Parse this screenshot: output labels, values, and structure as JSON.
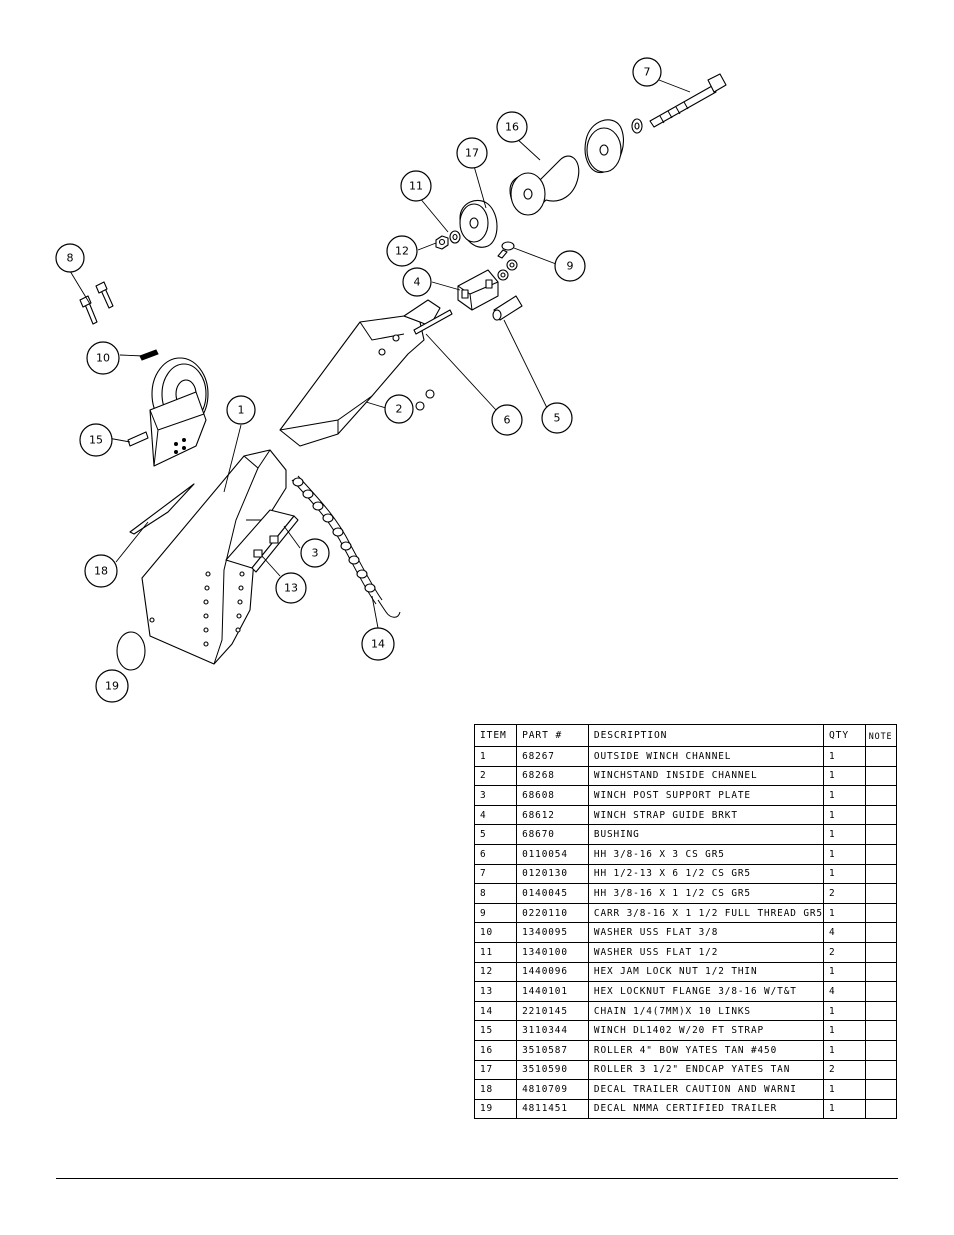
{
  "callouts": {
    "c1": "1",
    "c2": "2",
    "c3": "3",
    "c4": "4",
    "c5": "5",
    "c6": "6",
    "c7": "7",
    "c8": "8",
    "c9": "9",
    "c10": "10",
    "c11": "11",
    "c12": "12",
    "c13": "13",
    "c14": "14",
    "c15": "15",
    "c16": "16",
    "c17": "17",
    "c18": "18",
    "c19": "19"
  },
  "table": {
    "headers": {
      "item": "ITEM",
      "part": "PART #",
      "description": "DESCRIPTION",
      "qty": "QTY",
      "note": "NOTE"
    },
    "rows": [
      {
        "item": "1",
        "part": "68267",
        "description": "OUTSIDE WINCH CHANNEL",
        "qty": "1",
        "note": ""
      },
      {
        "item": "2",
        "part": "68268",
        "description": "WINCHSTAND   INSIDE CHANNEL",
        "qty": "1",
        "note": ""
      },
      {
        "item": "3",
        "part": "68608",
        "description": "WINCH POST SUPPORT PLATE",
        "qty": "1",
        "note": ""
      },
      {
        "item": "4",
        "part": "68612",
        "description": "WINCH STRAP GUIDE BRKT",
        "qty": "1",
        "note": ""
      },
      {
        "item": "5",
        "part": "68670",
        "description": "BUSHING",
        "qty": "1",
        "note": ""
      },
      {
        "item": "6",
        "part": "0110054",
        "description": "HH 3/8-16 X 3 CS GR5",
        "qty": "1",
        "note": ""
      },
      {
        "item": "7",
        "part": "0120130",
        "description": "HH 1/2-13 X 6 1/2 CS GR5",
        "qty": "1",
        "note": ""
      },
      {
        "item": "8",
        "part": "0140045",
        "description": "HH 3/8-16 X 1 1/2 CS GR5",
        "qty": "2",
        "note": ""
      },
      {
        "item": "9",
        "part": "0220110",
        "description": "CARR 3/8-16 X 1 1/2 FULL THREAD GR5",
        "qty": "1",
        "note": ""
      },
      {
        "item": "10",
        "part": "1340095",
        "description": "WASHER USS FLAT 3/8",
        "qty": "4",
        "note": ""
      },
      {
        "item": "11",
        "part": "1340100",
        "description": "WASHER USS FLAT 1/2",
        "qty": "2",
        "note": ""
      },
      {
        "item": "12",
        "part": "1440096",
        "description": "HEX JAM LOCK NUT 1/2 THIN",
        "qty": "1",
        "note": ""
      },
      {
        "item": "13",
        "part": "1440101",
        "description": "HEX LOCKNUT FLANGE 3/8-16 W/T&T",
        "qty": "4",
        "note": ""
      },
      {
        "item": "14",
        "part": "2210145",
        "description": "CHAIN 1/4(7MM)X 10 LINKS",
        "qty": "1",
        "note": ""
      },
      {
        "item": "15",
        "part": "3110344",
        "description": "WINCH DL1402 W/20 FT STRAP",
        "qty": "1",
        "note": ""
      },
      {
        "item": "16",
        "part": "3510587",
        "description": "ROLLER 4\" BOW YATES TAN #450",
        "qty": "1",
        "note": ""
      },
      {
        "item": "17",
        "part": "3510590",
        "description": "ROLLER 3 1/2\" ENDCAP YATES TAN",
        "qty": "2",
        "note": ""
      },
      {
        "item": "18",
        "part": "4810709",
        "description": "DECAL TRAILER CAUTION AND WARNI",
        "qty": "1",
        "note": ""
      },
      {
        "item": "19",
        "part": "4811451",
        "description": " DECAL NMMA CERTIFIED TRAILER",
        "qty": "1",
        "note": ""
      }
    ]
  }
}
